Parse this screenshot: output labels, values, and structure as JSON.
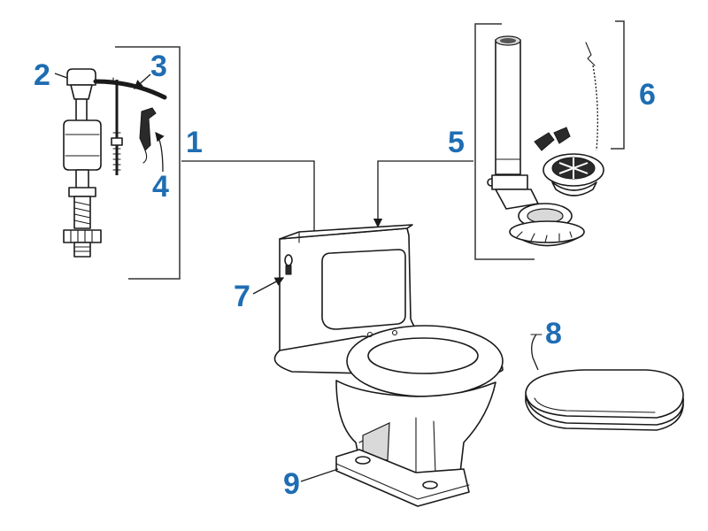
{
  "accent_color": "#1f6db3",
  "callouts": {
    "c1": "1",
    "c2": "2",
    "c3": "3",
    "c4": "4",
    "c5": "5",
    "c6": "6",
    "c7": "7",
    "c8": "8",
    "c9": "9"
  }
}
